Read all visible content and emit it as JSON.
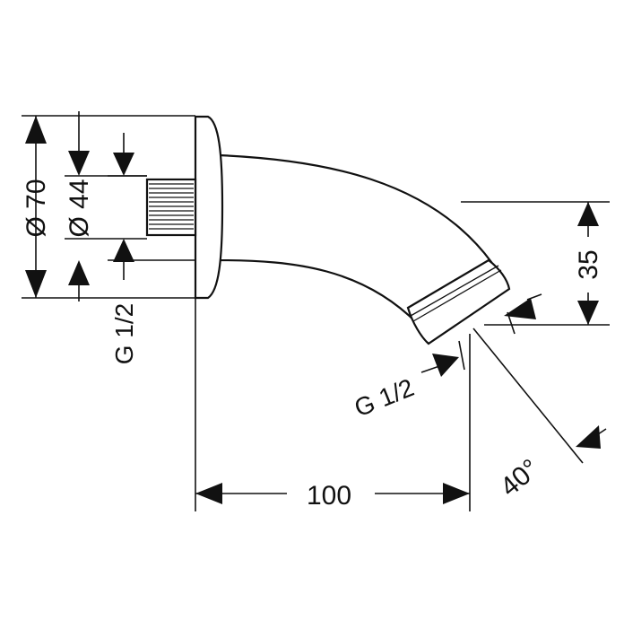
{
  "drawing": {
    "stroke_color": "#111111",
    "background": "#ffffff",
    "labels": {
      "dia_70": "Ø 70",
      "dia_44": "Ø 44",
      "thread_wall": "G 1/2",
      "thread_outlet": "G 1/2",
      "length": "100",
      "height": "35",
      "angle": "40°"
    }
  }
}
